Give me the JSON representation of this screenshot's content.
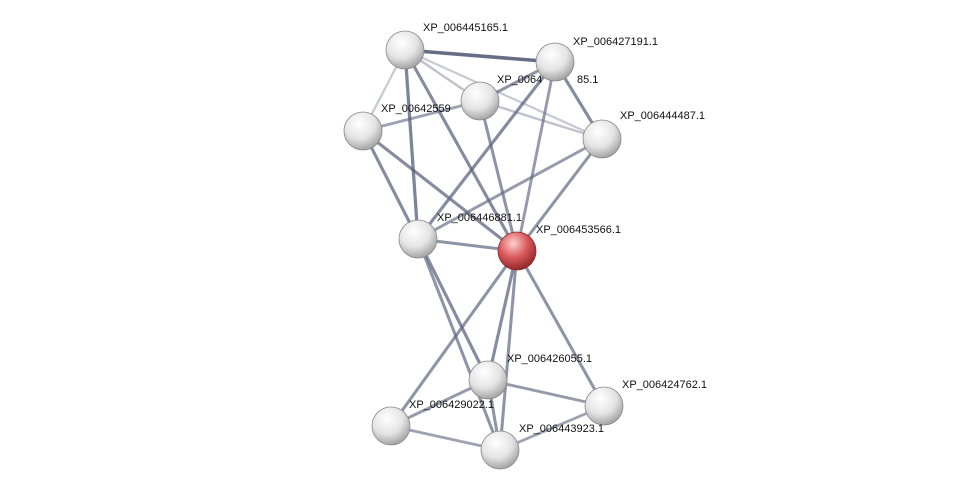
{
  "network": {
    "nodes": [
      {
        "id": "A",
        "label": "XP_006445165.1",
        "query": false
      },
      {
        "id": "B",
        "label": "XP_006427191.1",
        "query": false
      },
      {
        "id": "C",
        "label": "XP_0064",
        "label_tail": "85.1",
        "query": false
      },
      {
        "id": "D",
        "label": "XP_00642559",
        "query": false
      },
      {
        "id": "E",
        "label": "XP_006444487.1",
        "query": false
      },
      {
        "id": "F",
        "label": "XP_006446881.1",
        "query": false
      },
      {
        "id": "G",
        "label": "XP_006453566.1",
        "query": true
      },
      {
        "id": "H",
        "label": "XP_006426055.1",
        "query": false
      },
      {
        "id": "I",
        "label": "XP_006424762.1",
        "query": false
      },
      {
        "id": "J",
        "label": "XP_006429022.1",
        "query": false
      },
      {
        "id": "K",
        "label": "XP_006443923.1",
        "query": false
      }
    ],
    "edges": [
      [
        "A",
        "B",
        0.95
      ],
      [
        "A",
        "C",
        0.4
      ],
      [
        "A",
        "D",
        0.35
      ],
      [
        "A",
        "E",
        0.35
      ],
      [
        "A",
        "F",
        0.8
      ],
      [
        "A",
        "G",
        0.75
      ],
      [
        "D",
        "C",
        0.6
      ],
      [
        "D",
        "F",
        0.75
      ],
      [
        "D",
        "G",
        0.75
      ],
      [
        "C",
        "B",
        0.7
      ],
      [
        "C",
        "G",
        0.7
      ],
      [
        "C",
        "E",
        0.4
      ],
      [
        "B",
        "F",
        0.75
      ],
      [
        "B",
        "G",
        0.65
      ],
      [
        "B",
        "E",
        0.75
      ],
      [
        "E",
        "F",
        0.65
      ],
      [
        "E",
        "G",
        0.7
      ],
      [
        "F",
        "G",
        0.7
      ],
      [
        "F",
        "H",
        0.75
      ],
      [
        "F",
        "K",
        0.7
      ],
      [
        "G",
        "H",
        0.75
      ],
      [
        "G",
        "J",
        0.7
      ],
      [
        "G",
        "K",
        0.7
      ],
      [
        "G",
        "I",
        0.7
      ],
      [
        "H",
        "J",
        0.65
      ],
      [
        "H",
        "I",
        0.65
      ],
      [
        "H",
        "K",
        0.7
      ],
      [
        "J",
        "K",
        0.6
      ],
      [
        "K",
        "I",
        0.6
      ]
    ],
    "colors": {
      "edge": "#5d6680",
      "node": "#e8e8e8",
      "query_node": "#d9595c"
    }
  }
}
